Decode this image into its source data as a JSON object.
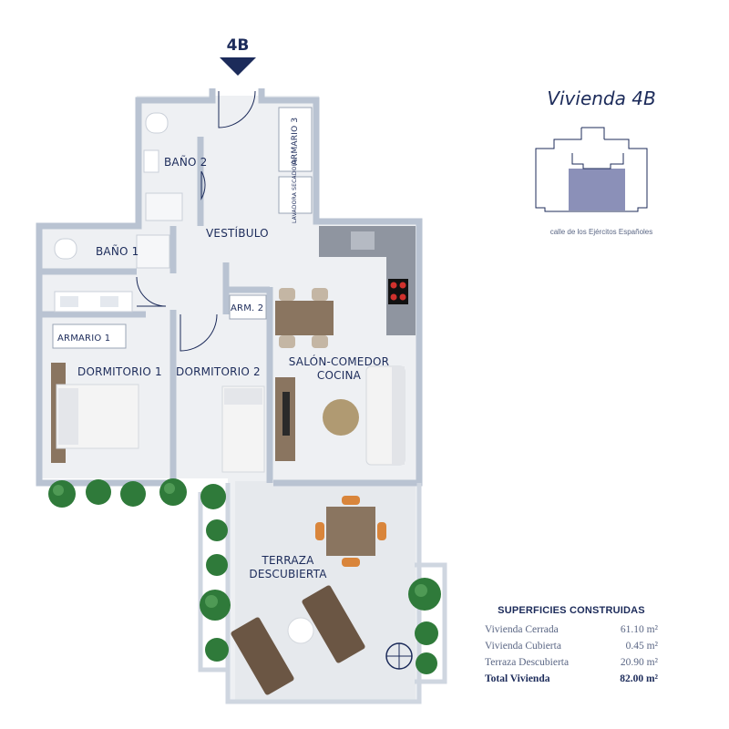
{
  "unit_marker": {
    "code": "4B"
  },
  "title": "Vivienda 4B",
  "street": "calle de los Ejércitos Españoles",
  "rooms": {
    "bano2": "BAÑO 2",
    "armario3": "ARMARIO 3",
    "lavadora": "LAVADORA SECADORA",
    "vestibulo": "VESTÍBULO",
    "bano1": "BAÑO 1",
    "arm2": "ARM. 2",
    "armario1": "ARMARIO 1",
    "dormitorio1": "DORMITORIO 1",
    "dormitorio2": "DORMITORIO 2",
    "salon1": "SALÓN-COMEDOR",
    "salon2": "COCINA",
    "terraza1": "TERRAZA",
    "terraza2": "DESCUBIERTA"
  },
  "areas": {
    "title": "SUPERFICIES CONSTRUIDAS",
    "rows": [
      {
        "label": "Vivienda Cerrada",
        "value": "61.10 m²"
      },
      {
        "label": "Vivienda Cubierta",
        "value": "0.45 m²"
      },
      {
        "label": "Terraza Descubierta",
        "value": "20.90 m²"
      }
    ],
    "total": {
      "label": "Total Vivienda",
      "value": "82.00 m²"
    }
  },
  "colors": {
    "navy": "#1c2b5a",
    "wall": "#b9c3d2",
    "floor": "#eef0f3",
    "wood": "#8a7560",
    "plant": "#2f7a3a",
    "highlight": "#8b90b8"
  }
}
